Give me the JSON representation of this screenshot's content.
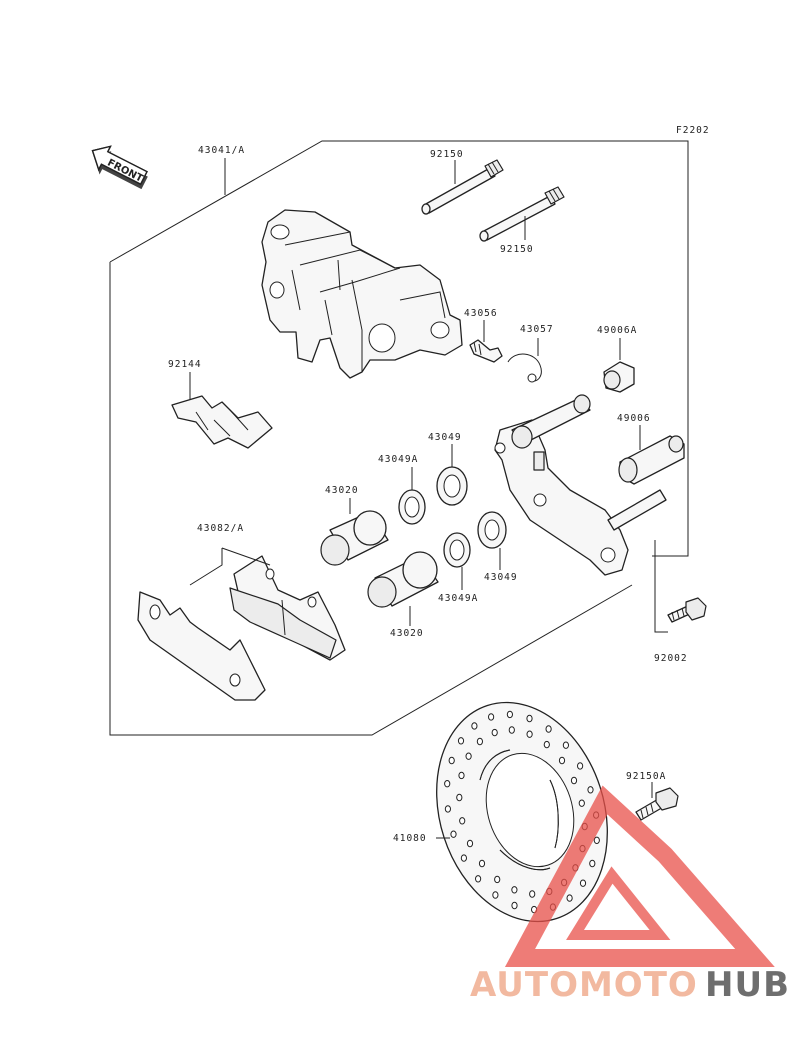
{
  "figure_code": "F2202",
  "front_label": "FRONT",
  "labels": {
    "caliper": "43041/A",
    "pin_top": "92150",
    "pin_bottom": "92150",
    "bleeder": "43056",
    "clip": "43057",
    "boot": "49006A",
    "spring": "92144",
    "seal_a_top": "43049A",
    "seal_top": "43049",
    "piston_top": "43020",
    "bracket_pin": "49006",
    "pads": "43082/A",
    "seal_bottom": "43049",
    "seal_a_bottom": "43049A",
    "piston_bottom": "43020",
    "bolt": "92002",
    "disc_bolt": "92150A",
    "disc": "41080"
  },
  "watermark": {
    "word1": "AUTOMOTO",
    "word2": "HUB",
    "color1": "#f2b9a0",
    "color2": "#6e6e6e",
    "triangle_color": "#e8504a"
  }
}
